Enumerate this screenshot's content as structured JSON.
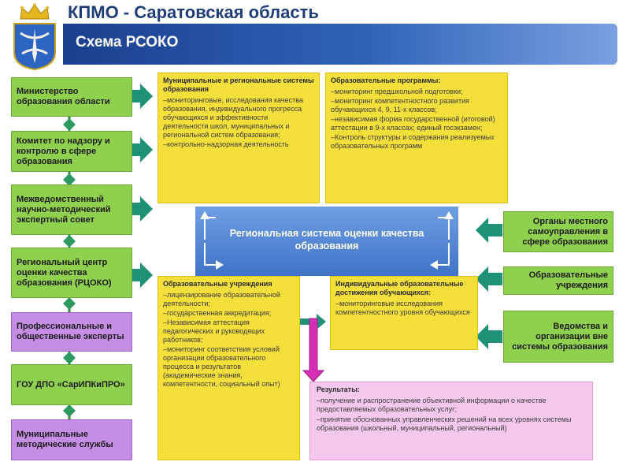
{
  "header": {
    "title": "КПМО - Саратовская область",
    "subtitle": "Схема РСОКО"
  },
  "left_column": [
    {
      "label": "Министерство образования области"
    },
    {
      "label": "Комитет по надзору и контролю в сфере образования"
    },
    {
      "label": "Межведомственный научно-методический экспертный совет"
    },
    {
      "label": "Региональный центр оценки качества образования (РЦОКО)"
    },
    {
      "label": "Профессиональные и общественные эксперты"
    },
    {
      "label": "ГОУ ДПО «СарИПКиПРО»"
    },
    {
      "label": "Муниципальные методические службы"
    }
  ],
  "center": {
    "label": "Региональная система оценки качества образования"
  },
  "boxes": {
    "municipal": {
      "title": "Муниципальные и региональные системы образования",
      "items": [
        "–мониторинговые, исследования качества образования, индивидуального прогресса обучающихся и эффективности деятельности школ, муниципальных и региональной систем образования;",
        "–контрольно-надзорная деятельность"
      ]
    },
    "programs": {
      "title": "Образовательные программы:",
      "items": [
        "–мониторинг предшкольной подготовки;",
        "–мониторинг компетентностного развития обучающихся 4, 9, 11-х классов;",
        "–независимая форма государственной (итоговой) аттестации в 9-х классах; единый госэкзамен;",
        "–Контроль структуры и содержания реализуемых образовательных программ"
      ]
    },
    "institutions": {
      "title": "Образовательные учреждения",
      "items": [
        "–лицензирование образовательной деятельности;",
        "–государственная аккредитация;",
        "–Независимая аттестация педагогических и руководящих работников;",
        "–мониторинг соответствия условий организации образовательного процесса и результатов (академические знания, компетентности, социальный опыт)"
      ]
    },
    "achievements": {
      "title": "Индивидуальные образовательные достижения обучающихся:",
      "items": [
        "–мониторинговые исследования компетентностного уровня обучающихся"
      ]
    },
    "results": {
      "title": "Результаты:",
      "items": [
        "–получение и распространение объективной информации о качестве предоставляемых образовательных услуг;",
        "–принятие обоснованных управленческих решений на всех уровнях системы образования (школьный, муниципальный, региональный)"
      ]
    }
  },
  "right_column": [
    {
      "label": "Органы местного самоуправления в сфере образования"
    },
    {
      "label": "Образовательные учреждения"
    },
    {
      "label": "Ведомства и организации вне системы образования"
    }
  ],
  "colors": {
    "header_blue": "#1f3d7a",
    "box_green": "#8fd14f",
    "box_violet": "#c58de4",
    "box_yellow": "#f5df3a",
    "box_pink": "#f6c8ee",
    "arrow_teal": "#1e9177",
    "arrow_magenta": "#d62fb5",
    "center_blue": "#4a7fd0"
  }
}
